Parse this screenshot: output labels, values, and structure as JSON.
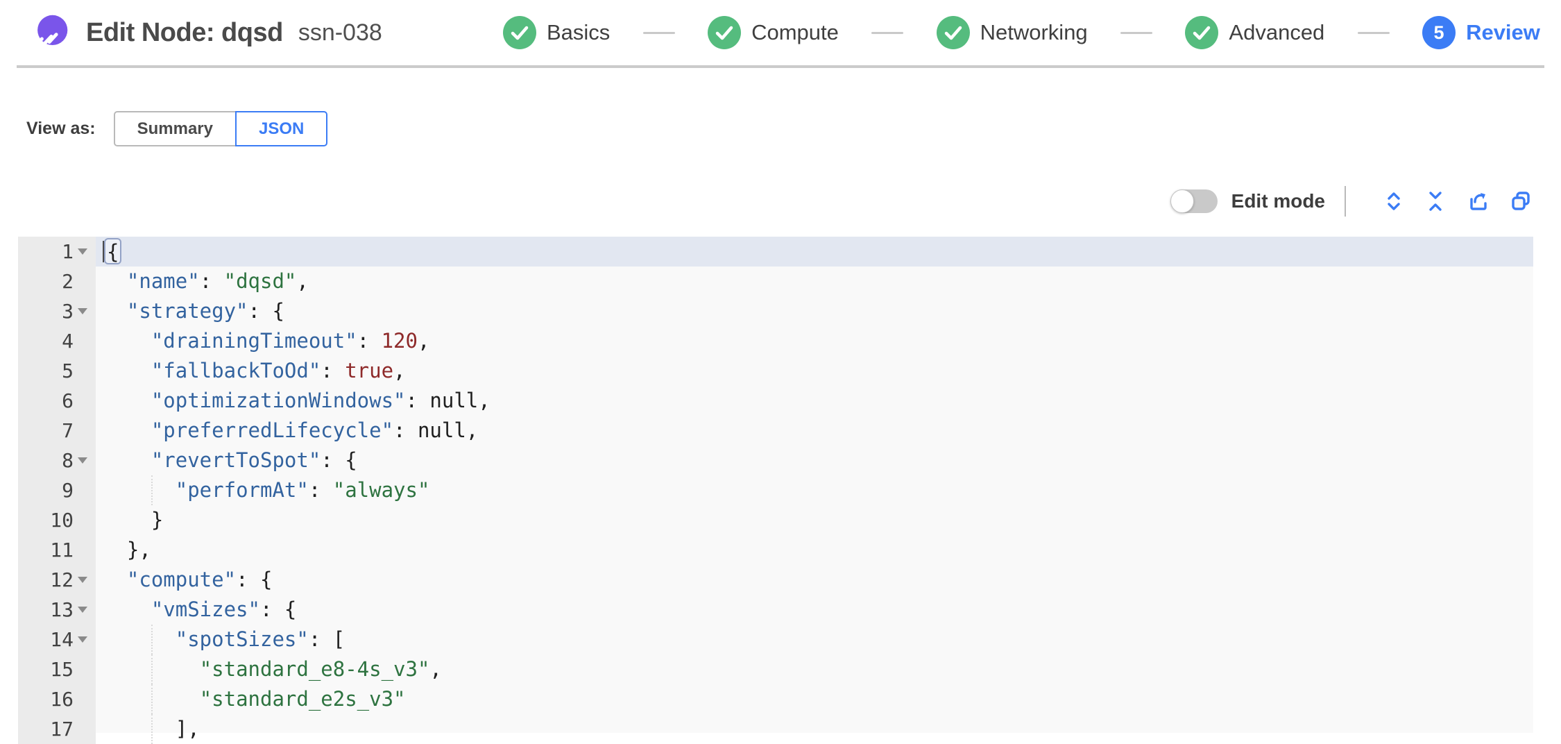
{
  "header": {
    "title": "Edit Node: dqsd",
    "subtitle": "ssn-038",
    "steps": [
      {
        "label": "Basics",
        "state": "completed"
      },
      {
        "label": "Compute",
        "state": "completed"
      },
      {
        "label": "Networking",
        "state": "completed"
      },
      {
        "label": "Advanced",
        "state": "completed"
      },
      {
        "label": "Review",
        "state": "active",
        "number": "5"
      }
    ]
  },
  "view_as": {
    "label": "View as:",
    "options": [
      {
        "label": "Summary",
        "selected": false
      },
      {
        "label": "JSON",
        "selected": true
      }
    ]
  },
  "toolbar": {
    "edit_mode_label": "Edit mode",
    "edit_mode_enabled": false,
    "icons": [
      "expand-all-icon",
      "collapse-all-icon",
      "export-icon",
      "copy-icon"
    ]
  },
  "editor": {
    "language": "json",
    "active_line": 1,
    "lines": [
      {
        "num": 1,
        "fold": true,
        "active": true,
        "cursor": true,
        "segments": [
          {
            "t": "{",
            "c": "p",
            "hl": true
          }
        ]
      },
      {
        "num": 2,
        "segments": [
          {
            "t": "  ",
            "c": "p"
          },
          {
            "t": "\"name\"",
            "c": "k"
          },
          {
            "t": ": ",
            "c": "p"
          },
          {
            "t": "\"dqsd\"",
            "c": "s"
          },
          {
            "t": ",",
            "c": "p"
          }
        ]
      },
      {
        "num": 3,
        "fold": true,
        "segments": [
          {
            "t": "  ",
            "c": "p"
          },
          {
            "t": "\"strategy\"",
            "c": "k"
          },
          {
            "t": ": {",
            "c": "p"
          }
        ]
      },
      {
        "num": 4,
        "segments": [
          {
            "t": "    ",
            "c": "p"
          },
          {
            "t": "\"drainingTimeout\"",
            "c": "k"
          },
          {
            "t": ": ",
            "c": "p"
          },
          {
            "t": "120",
            "c": "n"
          },
          {
            "t": ",",
            "c": "p"
          }
        ]
      },
      {
        "num": 5,
        "segments": [
          {
            "t": "    ",
            "c": "p"
          },
          {
            "t": "\"fallbackToOd\"",
            "c": "k"
          },
          {
            "t": ": ",
            "c": "p"
          },
          {
            "t": "true",
            "c": "b"
          },
          {
            "t": ",",
            "c": "p"
          }
        ]
      },
      {
        "num": 6,
        "segments": [
          {
            "t": "    ",
            "c": "p"
          },
          {
            "t": "\"optimizationWindows\"",
            "c": "k"
          },
          {
            "t": ": null,",
            "c": "p"
          }
        ]
      },
      {
        "num": 7,
        "segments": [
          {
            "t": "    ",
            "c": "p"
          },
          {
            "t": "\"preferredLifecycle\"",
            "c": "k"
          },
          {
            "t": ": null,",
            "c": "p"
          }
        ]
      },
      {
        "num": 8,
        "fold": true,
        "segments": [
          {
            "t": "    ",
            "c": "p"
          },
          {
            "t": "\"revertToSpot\"",
            "c": "k"
          },
          {
            "t": ": {",
            "c": "p"
          }
        ]
      },
      {
        "num": 9,
        "segments": [
          {
            "t": "      ",
            "c": "p"
          },
          {
            "t": "\"performAt\"",
            "c": "k"
          },
          {
            "t": ": ",
            "c": "p"
          },
          {
            "t": "\"always\"",
            "c": "s"
          }
        ]
      },
      {
        "num": 10,
        "segments": [
          {
            "t": "    }",
            "c": "p"
          }
        ]
      },
      {
        "num": 11,
        "segments": [
          {
            "t": "  },",
            "c": "p"
          }
        ]
      },
      {
        "num": 12,
        "fold": true,
        "segments": [
          {
            "t": "  ",
            "c": "p"
          },
          {
            "t": "\"compute\"",
            "c": "k"
          },
          {
            "t": ": {",
            "c": "p"
          }
        ]
      },
      {
        "num": 13,
        "fold": true,
        "segments": [
          {
            "t": "    ",
            "c": "p"
          },
          {
            "t": "\"vmSizes\"",
            "c": "k"
          },
          {
            "t": ": {",
            "c": "p"
          }
        ]
      },
      {
        "num": 14,
        "fold": true,
        "segments": [
          {
            "t": "      ",
            "c": "p"
          },
          {
            "t": "\"spotSizes\"",
            "c": "k"
          },
          {
            "t": ": [",
            "c": "p"
          }
        ]
      },
      {
        "num": 15,
        "segments": [
          {
            "t": "        ",
            "c": "p"
          },
          {
            "t": "\"standard_e8-4s_v3\"",
            "c": "s"
          },
          {
            "t": ",",
            "c": "p"
          }
        ]
      },
      {
        "num": 16,
        "segments": [
          {
            "t": "        ",
            "c": "p"
          },
          {
            "t": "\"standard_e2s_v3\"",
            "c": "s"
          }
        ]
      },
      {
        "num": 17,
        "segments": [
          {
            "t": "      ],",
            "c": "p"
          }
        ]
      }
    ]
  },
  "colors": {
    "accent_blue": "#3b7cf5",
    "step_green": "#55bc7e",
    "logo_purple": "#7a55ea",
    "syntax_key": "#33639f",
    "syntax_string": "#2e7340",
    "syntax_number": "#8e2a2a",
    "syntax_plain": "#1f1f1f",
    "editor_bg": "#f9f9f9",
    "gutter_bg": "#ebebeb",
    "active_line_bg": "#e2e7f1"
  }
}
